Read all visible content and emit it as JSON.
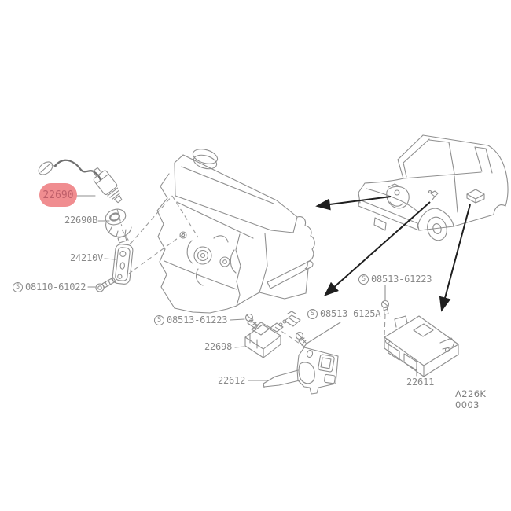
{
  "diagram": {
    "code": "A226K 0003",
    "colors": {
      "highlight_bg": "#f08d90",
      "highlight_text": "#bf5f6a",
      "line": "#8f8f8f",
      "text": "#8a8a8a",
      "arrow": "#1f1f1f"
    },
    "labels": [
      {
        "part": "22690",
        "text": "22690",
        "highlighted": true
      },
      {
        "part": "22690B",
        "text": "22690B"
      },
      {
        "part": "24210V",
        "text": "24210V"
      },
      {
        "part": "08110-61022",
        "text": "08110-61022",
        "prefix": "S"
      },
      {
        "part": "08513-61223",
        "text": "08513-61223",
        "prefix": "S"
      },
      {
        "part": "22698",
        "text": "22698"
      },
      {
        "part": "22612",
        "text": "22612"
      },
      {
        "part": "08513-6125A",
        "text": "08513-6125A",
        "prefix": "S"
      },
      {
        "part": "08513-61223",
        "text": "08513-61223",
        "prefix": "S"
      },
      {
        "part": "22611",
        "text": "22611"
      }
    ]
  }
}
